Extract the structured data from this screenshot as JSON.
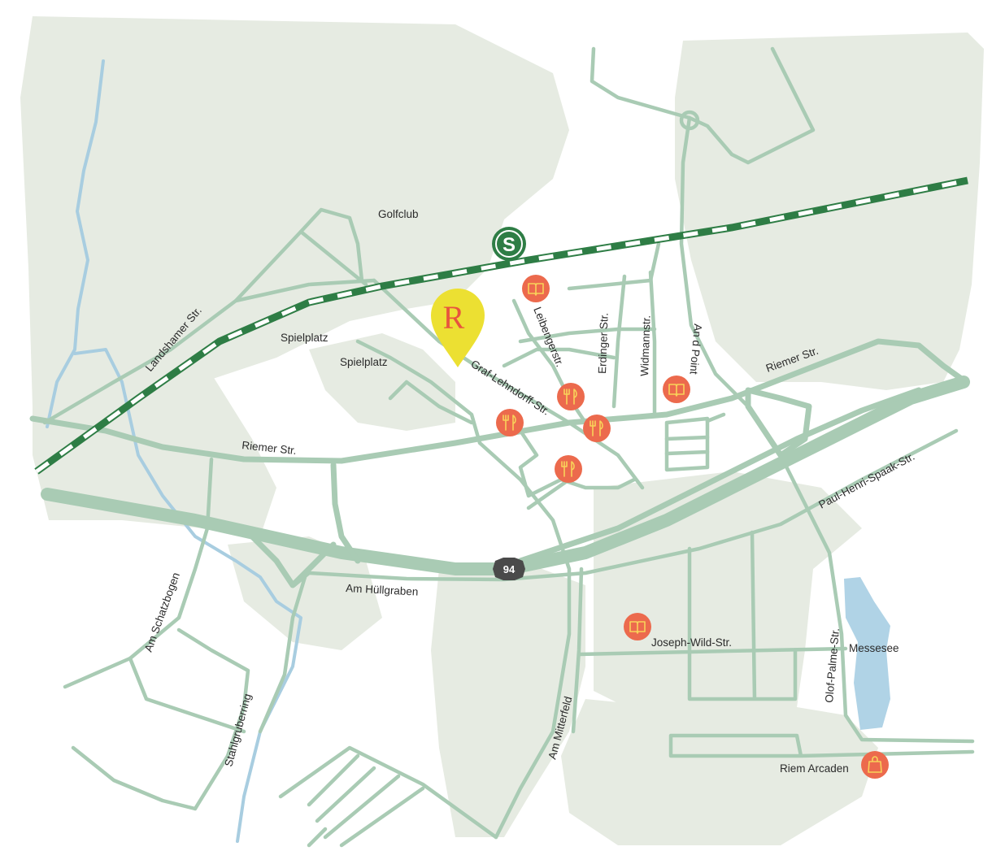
{
  "map": {
    "labels": {
      "golfclub": "Golfclub",
      "spielplatz_1": "Spielplatz",
      "spielplatz_2": "Spielplatz",
      "landshamer": "Landshamer Str.",
      "riemer_west": "Riemer Str.",
      "riemer_east": "Riemer Str.",
      "graf_lehndorff": "Graf-Lehndorff-Str.",
      "leibengerstr": "Leibengerstr.",
      "erdinger": "Erdinger Str.",
      "widmannstr": "Widmannstr.",
      "an_d_point": "An d Point",
      "paul_henri_spaak": "Paul-Henri-Spaak-Str.",
      "am_huellgraben": "Am Hüllgraben",
      "am_schatzbogen": "Am Schatzbogen",
      "stahlgruberring": "Stahlgruberring",
      "am_mitterfeld": "Am Mitterfeld",
      "joseph_wild": "Joseph-Wild-Str.",
      "messesee": "Messesee",
      "olof_palme": "Olof-Palme-Str.",
      "riem_arcaden": "Riem Arcaden"
    },
    "sbahn_letter": "S",
    "motorway_number": "94",
    "location_marker_letter": "R",
    "pois": [
      {
        "type": "book",
        "icon": "book-icon"
      },
      {
        "type": "book",
        "icon": "book-icon"
      },
      {
        "type": "book",
        "icon": "book-icon"
      },
      {
        "type": "restaurant",
        "icon": "fork-knife-icon"
      },
      {
        "type": "restaurant",
        "icon": "fork-knife-icon"
      },
      {
        "type": "restaurant",
        "icon": "fork-knife-icon"
      },
      {
        "type": "restaurant",
        "icon": "fork-knife-icon"
      },
      {
        "type": "shopping",
        "icon": "shopping-bag-icon"
      }
    ],
    "colors": {
      "green_area": "#e6ebe2",
      "road": "#a9cbb4",
      "river": "#a8cde0",
      "lake": "#b0d3e6",
      "sbahn": "#2e7d45",
      "poi": "#ec6a4d",
      "poi_glyph": "#f8d25a",
      "marker": "#ece032",
      "marker_letter": "#e8543e",
      "motorway_shield": "#4a4a4a"
    }
  }
}
